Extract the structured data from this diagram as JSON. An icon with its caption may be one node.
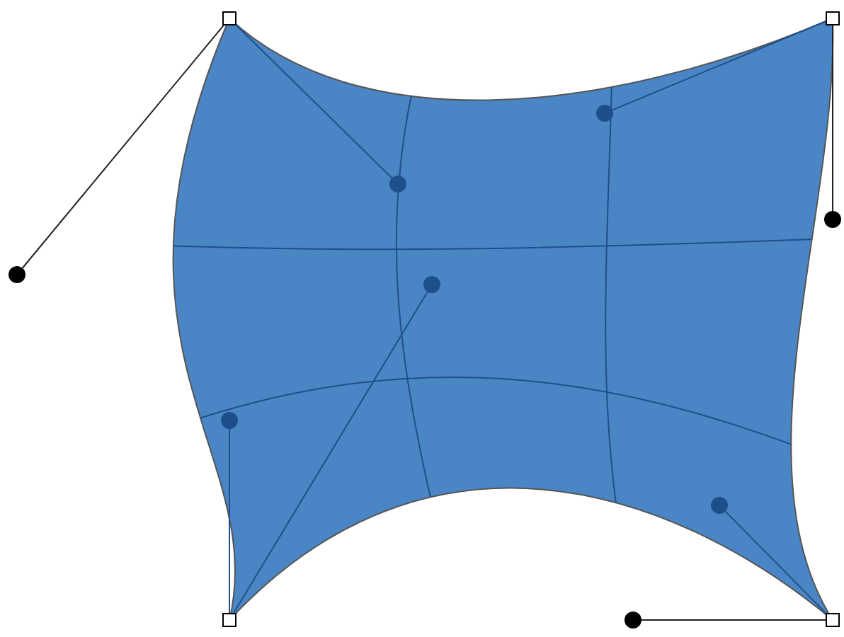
{
  "diagram": {
    "nodes": [
      {
        "text": [],
        "shape": "box"
      },
      {
        "text": [],
        "shape": "box"
      },
      {
        "text": [],
        "shape": "circle"
      },
      {
        "text": [],
        "shape": "circle"
      },
      {
        "text": [],
        "shape": "circle"
      },
      {
        "text": [],
        "shape": "circle"
      },
      {
        "text": [],
        "shape": "circle"
      },
      {
        "text": [],
        "shape": "circle"
      },
      {
        "text": [],
        "shape": "circle"
      },
      {
        "text": [],
        "shape": "box"
      },
      {
        "text": [],
        "shape": "circle"
      },
      {
        "text": [],
        "shape": "box"
      }
    ],
    "edges": [
      {
        "from": 0,
        "to": 2,
        "arrow": "none",
        "color": "#222222"
      },
      {
        "from": 0,
        "to": 3,
        "arrow": "none"
      },
      {
        "from": 1,
        "to": 4,
        "arrow": "none"
      },
      {
        "from": 1,
        "to": 5,
        "arrow": "none",
        "color": "#222222"
      },
      {
        "from": 9,
        "to": 7,
        "arrow": "none"
      },
      {
        "from": 9,
        "to": 6,
        "arrow": "none"
      },
      {
        "from": 11,
        "to": 10,
        "arrow": "none",
        "color": "#222222"
      },
      {
        "from": 11,
        "to": 8,
        "arrow": "none"
      }
    ]
  }
}
